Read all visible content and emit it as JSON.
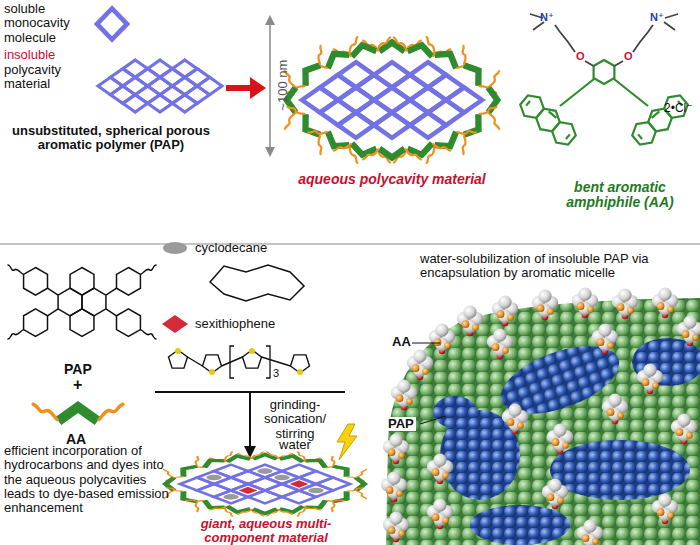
{
  "diagram": {
    "labels": [
      "soluble monocavity molecule",
      "insoluble",
      "polycavity material",
      "unsubstituted, spherical porous aromatic polymer (PAP)",
      "~100 nm",
      "aqueous polycavity material",
      "N⁺",
      "N⁺",
      "O",
      "O",
      "2•Cl⁻",
      "bent aromatic amphiphile (AA)",
      "PAP",
      "+",
      "AA",
      "cyclodecane",
      "sexithiophene",
      "3",
      "grinding-sonication/ stirring",
      "water",
      "water-solubilization of insoluble PAP via encapsulation by aromatic micelle",
      "AA",
      "PAP",
      "efficient incorporation of hydrocarbons and dyes into the aqueous polycavities leads to dye-based emission enhancement",
      "giant, aqueous multi-component material"
    ]
  }
}
